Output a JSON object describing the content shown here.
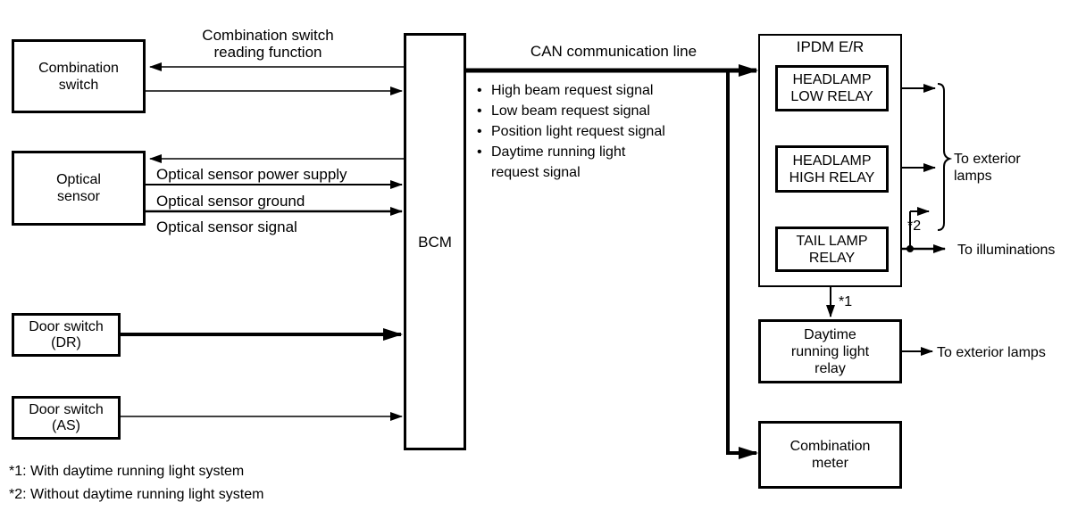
{
  "colors": {
    "ink": "#000000",
    "paper": "#ffffff"
  },
  "nodes": {
    "combination_switch": [
      "Combination",
      "switch"
    ],
    "optical_sensor": [
      "Optical",
      "sensor"
    ],
    "door_switch_dr": [
      "Door switch",
      "(DR)"
    ],
    "door_switch_as": [
      "Door switch",
      "(AS)"
    ],
    "bcm": "BCM",
    "ipdm_title": "IPDM E/R",
    "headlamp_low_relay": [
      "HEADLAMP",
      "LOW RELAY"
    ],
    "headlamp_high_relay": [
      "HEADLAMP",
      "HIGH RELAY"
    ],
    "tail_lamp_relay": [
      "TAIL LAMP",
      "RELAY"
    ],
    "daytime_running_light_relay": [
      "Daytime",
      "running light",
      "relay"
    ],
    "combination_meter": [
      "Combination",
      "meter"
    ]
  },
  "connections": {
    "combination_switch_reading": [
      "Combination switch",
      "reading function"
    ],
    "optical_sensor_power_supply": "Optical sensor power supply",
    "optical_sensor_ground": "Optical sensor ground",
    "optical_sensor_signal": "Optical sensor signal",
    "can_line": "CAN communication line"
  },
  "can_signals": [
    "High beam request signal",
    "Low beam request signal",
    "Position light request signal",
    [
      "Daytime running light",
      "request signal"
    ]
  ],
  "outputs": {
    "to_exterior_lamps_group": [
      "To exterior",
      "lamps"
    ],
    "to_illuminations": "To illuminations",
    "to_exterior_lamps": "To exterior lamps"
  },
  "note_refs": {
    "r1": "*1",
    "r2": "*2"
  },
  "footnotes": [
    "*1: With daytime running light system",
    "*2: Without daytime running light system"
  ]
}
